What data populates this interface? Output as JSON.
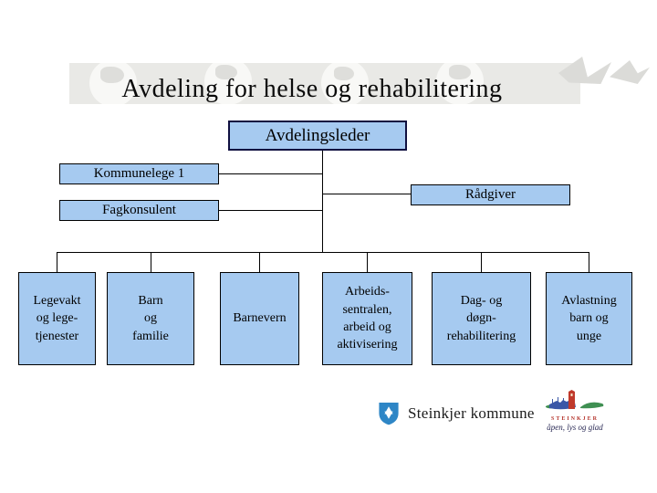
{
  "slide": {
    "title": "Avdeling for helse og rehabilitering"
  },
  "org_chart": {
    "top": {
      "label": "Avdelingsleder"
    },
    "staff": [
      {
        "label": "Kommunelege 1"
      },
      {
        "label": "Rådgiver"
      },
      {
        "label": "Fagkonsulent"
      }
    ],
    "units": [
      {
        "label": "Legevakt\nog lege-\ntjenester"
      },
      {
        "label": "Barn\nog\nfamilie"
      },
      {
        "label": "Barnevern"
      },
      {
        "label": "Arbeids-\nsentralen,\narbeid og\naktivisering"
      },
      {
        "label": "Dag- og\ndøgn-\nrehabilitering"
      },
      {
        "label": "Avlastning\nbarn og\nunge"
      }
    ]
  },
  "footer": {
    "municipality_name": "Steinkjer kommune",
    "brand_name": "STEINKJER",
    "brand_slogan": "åpen, lys og glad"
  },
  "colors": {
    "box_fill": "#a6caf0",
    "box_border": "#000000",
    "connector": "#000000",
    "brand_red": "#b5342c",
    "shield_blue": "#2e86c6",
    "slogan_ink": "#2a2a55",
    "watermark_gray": "#e9e9e6"
  }
}
